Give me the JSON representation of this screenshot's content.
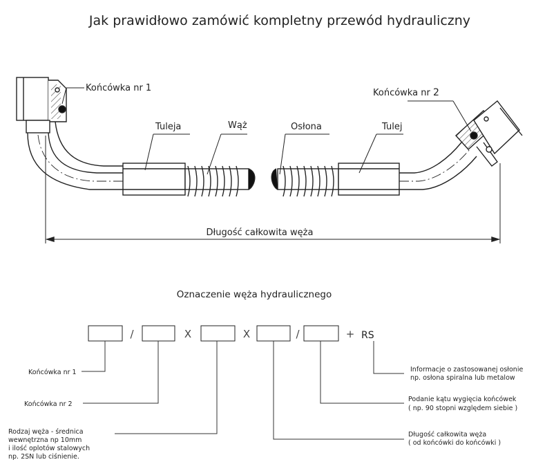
{
  "title": "Jak prawidłowo zamówić kompletny przewód hydrauliczny",
  "hose_diagram": {
    "end1_label": "Końcówka nr 1",
    "end2_label_prefix": "Końcówka nr",
    "end2_number": "2",
    "sleeve_left_label": "Tuleja",
    "hose_label": "Wąż",
    "cover_label": "Osłona",
    "sleeve_right_label": "Tulej",
    "total_length_label": "Długość całkowita węża"
  },
  "designation": {
    "title": "Oznaczenie węża hydraulicznego",
    "separators": [
      "/",
      "X",
      "X",
      "/",
      "+"
    ],
    "suffix": "RS",
    "left_labels": {
      "end1": "Końcówka nr 1",
      "end2": "Końcówka nr 2",
      "hose_type": [
        "Rodzaj węża - średnica",
        "wewnętrzna np 10mm",
        "i ilość oplotów stalowych",
        "np. 2SN lub ciśnienie."
      ]
    },
    "right_labels": {
      "cover_info": [
        "Informacje o zastosowanej osłonie",
        "np. osłona spiralna lub metalow"
      ],
      "bend_angle": [
        "Podanie kątu wygięcia końcówek",
        "( np. 90 stopni względem siebie )"
      ],
      "total_length": [
        "Długość całkowita węża",
        "( od końcówki do końcówki )"
      ]
    }
  }
}
